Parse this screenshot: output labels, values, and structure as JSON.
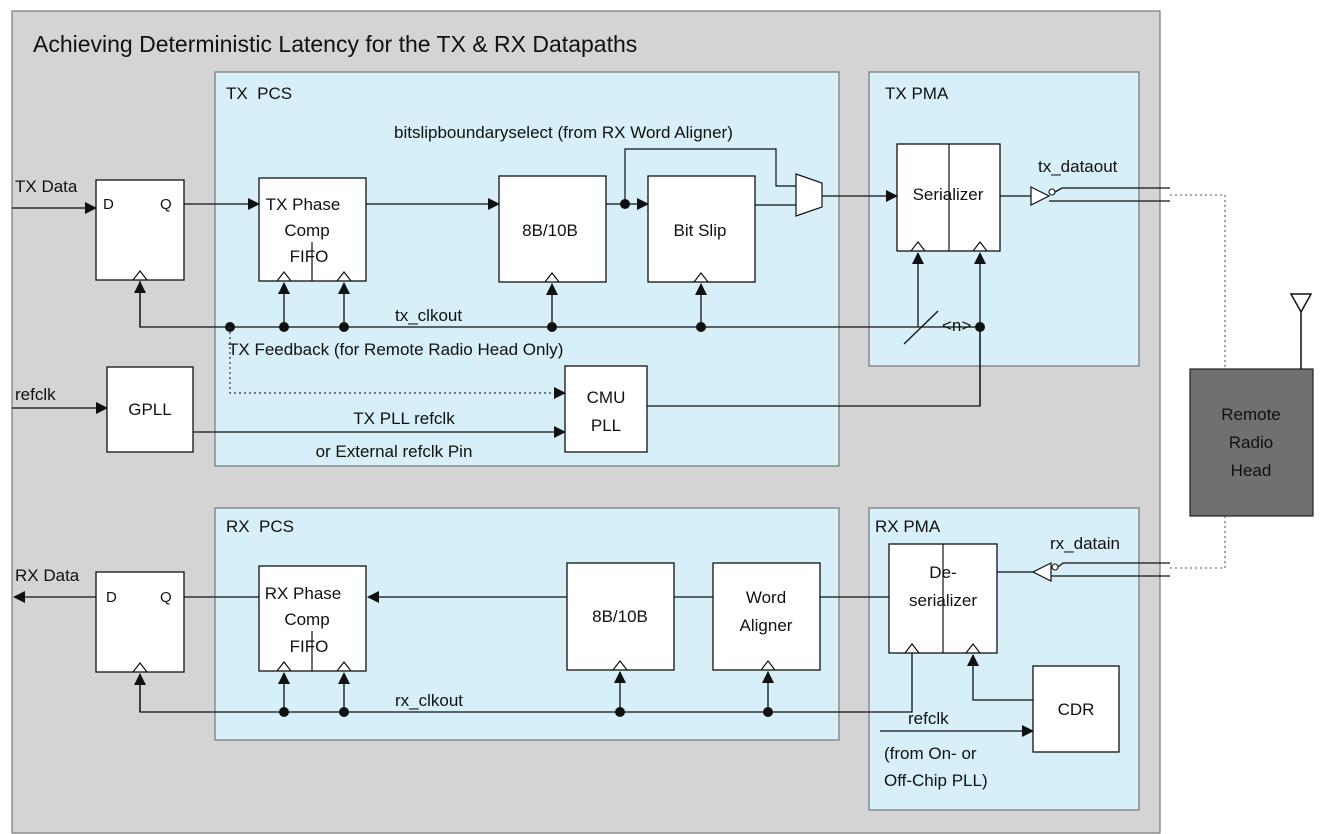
{
  "title": "Achieving Deterministic Latency for the TX & RX Datapaths",
  "regions": {
    "tx_pcs": "TX  PCS",
    "tx_pma": "TX PMA",
    "rx_pcs": "RX  PCS",
    "rx_pma": "RX PMA"
  },
  "ports": {
    "tx_data": "TX Data",
    "refclk": "refclk",
    "rx_data": "RX Data"
  },
  "tx_blocks": {
    "dff_d": "D",
    "dff_q": "Q",
    "phase_fifo": [
      "TX Phase",
      "Comp",
      "FIFO"
    ],
    "enc": "8B/10B",
    "bitslip": "Bit Slip",
    "serializer": "Serializer",
    "gpll": "GPLL",
    "cmu_pll": [
      "CMU",
      "PLL"
    ]
  },
  "rx_blocks": {
    "dff_d": "D",
    "dff_q": "Q",
    "phase_fifo": [
      "RX Phase",
      "Comp",
      "FIFO"
    ],
    "dec": "8B/10B",
    "word_aligner": [
      "Word",
      "Aligner"
    ],
    "deserializer": [
      "De-",
      "serializer"
    ],
    "cdr": "CDR"
  },
  "remote_radio_head": [
    "Remote",
    "Radio",
    "Head"
  ],
  "signals": {
    "bitslip_select": "bitslipboundaryselect (from RX Word Aligner)",
    "tx_clkout": "tx_clkout",
    "n": "<n>",
    "tx_feedback": "TX Feedback (for Remote Radio Head Only)",
    "tx_pll_refclk": [
      "TX PLL refclk",
      "or External refclk Pin"
    ],
    "tx_dataout": "tx_dataout",
    "rx_datain": "rx_datain",
    "rx_clkout": "rx_clkout",
    "rx_refclk": "refclk",
    "rx_refclk_src": [
      "(from On- or",
      "Off-Chip PLL)"
    ]
  },
  "colors": {
    "outer_bg": "#d4d4d4",
    "region_fill": "#d6eff8",
    "block_fill": "#ffffff",
    "rrh_fill": "#707070",
    "line": "#111111"
  }
}
